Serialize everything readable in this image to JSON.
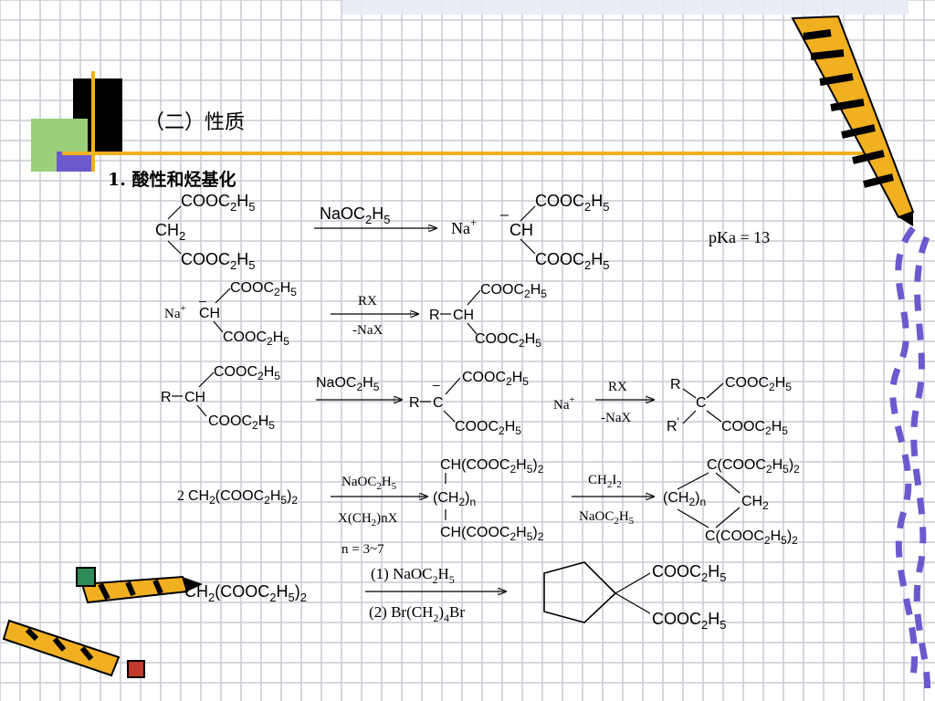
{
  "slide": {
    "title": "（二）性质",
    "section": "1.  酸性和烃基化",
    "colors": {
      "grid": "#c9ccd4",
      "accent_bar": "#f0b020",
      "deco_blue": "#6a5acd",
      "deco_green": "#9ad07a",
      "deco_black": "#000000"
    }
  },
  "r1": {
    "top": "COOC",
    "top_sub": "2",
    "top_h": "H",
    "top_h_sub": "5",
    "ch2": "CH",
    "ch2_sub": "2",
    "bot": "COOC",
    "bot_sub": "2",
    "bot_h": "H",
    "bot_h_sub": "5",
    "reagent": "NaOC",
    "reagent_sub": "2",
    "reagent_h": "H",
    "reagent_h_sub": "5",
    "na": "Na",
    "plus": "+",
    "minus": "–",
    "ch": "CH",
    "p_top": "COOC",
    "p_top_sub": "2",
    "p_top_h": "H",
    "p_top_h_sub": "5",
    "p_bot": "COOC",
    "p_bot_sub": "2",
    "p_bot_h": "H",
    "p_bot_h_sub": "5",
    "pka": "pKa = 13"
  },
  "r2": {
    "na": "Na",
    "plus": "+",
    "minus": "–",
    "ch": "CH",
    "top": "COOC",
    "top_sub": "2",
    "top_h": "H",
    "top_h_sub": "5",
    "bot": "COOC",
    "bot_sub": "2",
    "bot_h": "H",
    "bot_h_sub": "5",
    "reagent_top": "RX",
    "reagent_bot": "-NaX",
    "p_r": "R",
    "p_ch": "CH",
    "p_top": "COOC",
    "p_top_sub": "2",
    "p_top_h": "H",
    "p_top_h_sub": "5",
    "p_bot": "COOC",
    "p_bot_sub": "2",
    "p_bot_h": "H",
    "p_bot_h_sub": "5"
  },
  "r3": {
    "r": "R",
    "ch": "CH",
    "top": "COOC",
    "top_sub": "2",
    "top_h": "H",
    "top_h_sub": "5",
    "bot": "COOC",
    "bot_sub": "2",
    "bot_h": "H",
    "bot_h_sub": "5",
    "reagent": "NaOC",
    "reagent_sub": "2",
    "reagent_h": "H",
    "reagent_h_sub": "5",
    "i_minus": "–",
    "i_r": "R",
    "i_c": "C",
    "i_top": "COOC",
    "i_top_sub": "2",
    "i_top_h": "H",
    "i_top_h_sub": "5",
    "i_bot": "COOC",
    "i_bot_sub": "2",
    "i_bot_h": "H",
    "i_bot_h_sub": "5",
    "na": "Na",
    "plus": "+",
    "reagent2_top": "RX",
    "reagent2_bot": "-NaX",
    "p_r": "R",
    "p_r2": "R",
    "p_prime": "'",
    "p_c": "C",
    "p_top": "COOC",
    "p_top_sub": "2",
    "p_top_h": "H",
    "p_top_h_sub": "5",
    "p_bot": "COOC",
    "p_bot_sub": "2",
    "p_bot_h": "H",
    "p_bot_h_sub": "5"
  },
  "r4": {
    "coef": "2",
    "sm": "CH",
    "sm_sub": "2",
    "sm2": "(COOC",
    "sm2_sub": "2",
    "sm3": "H",
    "sm3_sub": "5",
    "sm4": ")",
    "sm4_sub": "2",
    "reag1": "NaOC",
    "reag1_sub": "2",
    "reag1_h": "H",
    "reag1_h_sub": "5",
    "reag2": "X(CH",
    "reag2_sub": "2",
    "reag2_end": ")nX",
    "cond": "n = 3~7",
    "i_top": "CH(COOC",
    "i_top_sub": "2",
    "i_top_h": "H",
    "i_top_h_sub": "5",
    "i_top_end": ")",
    "i_top_end_sub": "2",
    "i_mid": "(CH",
    "i_mid_sub": "2",
    "i_mid_end": ")",
    "i_mid_n": "n",
    "i_bot": "CH(COOC",
    "i_bot_sub": "2",
    "i_bot_h": "H",
    "i_bot_h_sub": "5",
    "i_bot_end": ")",
    "i_bot_end_sub": "2",
    "reag3": "CH",
    "reag3_sub": "2",
    "reag3_i": "I",
    "reag3_i_sub": "2",
    "reag4": "NaOC",
    "reag4_sub": "2",
    "reag4_h": "H",
    "reag4_h_sub": "5",
    "p_top": "C(COOC",
    "p_top_sub": "2",
    "p_top_h": "H",
    "p_top_h_sub": "5",
    "p_top_end": ")",
    "p_top_end_sub": "2",
    "p_mid": "(CH",
    "p_mid_sub": "2",
    "p_mid_end": ")",
    "p_mid_n": "n",
    "p_ch2": "CH",
    "p_ch2_sub": "2",
    "p_bot": "C(COOC",
    "p_bot_sub": "2",
    "p_bot_h": "H",
    "p_bot_h_sub": "5",
    "p_bot_end": ")",
    "p_bot_end_sub": "2"
  },
  "r5": {
    "sm": "CH",
    "sm_sub": "2",
    "sm2": "(COOC",
    "sm2_sub": "2",
    "sm3": "H",
    "sm3_sub": "5",
    "sm4": ")",
    "sm4_sub": "2",
    "step1": "(1) NaOC",
    "step1_sub": "2",
    "step1_h": "H",
    "step1_h_sub": "5",
    "step2": "(2)  Br(CH",
    "step2_sub": "2",
    "step2_end": ")",
    "step2_end_sub": "4",
    "step2_br": "Br",
    "p_top": "COOC",
    "p_top_sub": "2",
    "p_top_h": "H",
    "p_top_h_sub": "5",
    "p_bot": "COOC",
    "p_bot_sub": "2",
    "p_bot_h": "H",
    "p_bot_h_sub": "5"
  }
}
